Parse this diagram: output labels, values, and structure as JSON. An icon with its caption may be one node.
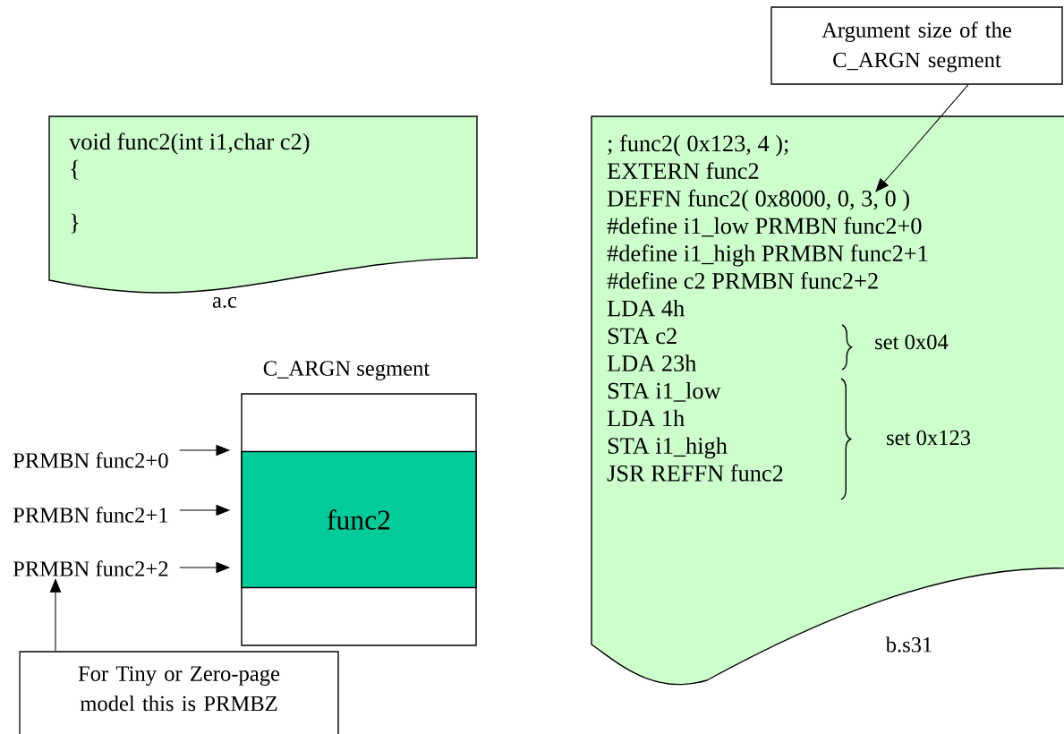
{
  "diagram": {
    "nodes": [
      {
        "text": [
          "void func2(int i1,char c2)",
          "{",
          "}"
        ],
        "beside": [
          "a.c"
        ]
      },
      {
        "text": [
          "C_ARGN segment"
        ]
      },
      {
        "text": [
          "func2"
        ],
        "in": 1
      },
      {
        "text": [
          "PRMBN func2+0"
        ]
      },
      {
        "text": [
          "PRMBN func2+1"
        ]
      },
      {
        "text": [
          "PRMBN func2+2"
        ]
      },
      {
        "text": [
          "For Tiny or Zero-page model this is PRMBZ"
        ]
      },
      {
        "text": [
          "; func2( 0x123, 4 );",
          "EXTERN func2",
          "DEFFN func2( 0x8000, 0, 3, 0 )",
          "#define i1_low PRMBN func2+0",
          "#define i1_high PRMBN func2+1",
          "#define c2 PRMBN func2+2",
          "LDA 4h",
          "STA c2",
          "LDA 23h",
          "STA i1_low",
          "LDA 1h",
          "STA i1_high",
          "JSR REFFN func2"
        ],
        "beside": [
          "b.s31"
        ]
      },
      {
        "text": [
          "Argument size of the C_ARGN segment"
        ]
      }
    ],
    "edges": [
      {
        "from": 3,
        "to": 2,
        "arrow": "to"
      },
      {
        "from": 4,
        "to": 2,
        "arrow": "to"
      },
      {
        "from": 5,
        "to": 2,
        "arrow": "to"
      },
      {
        "from": 6,
        "to": 5,
        "arrow": "to"
      },
      {
        "from": 8,
        "to": 7,
        "arrow": "to"
      }
    ],
    "labels": [
      "set 0x04",
      "set 0x123"
    ]
  }
}
